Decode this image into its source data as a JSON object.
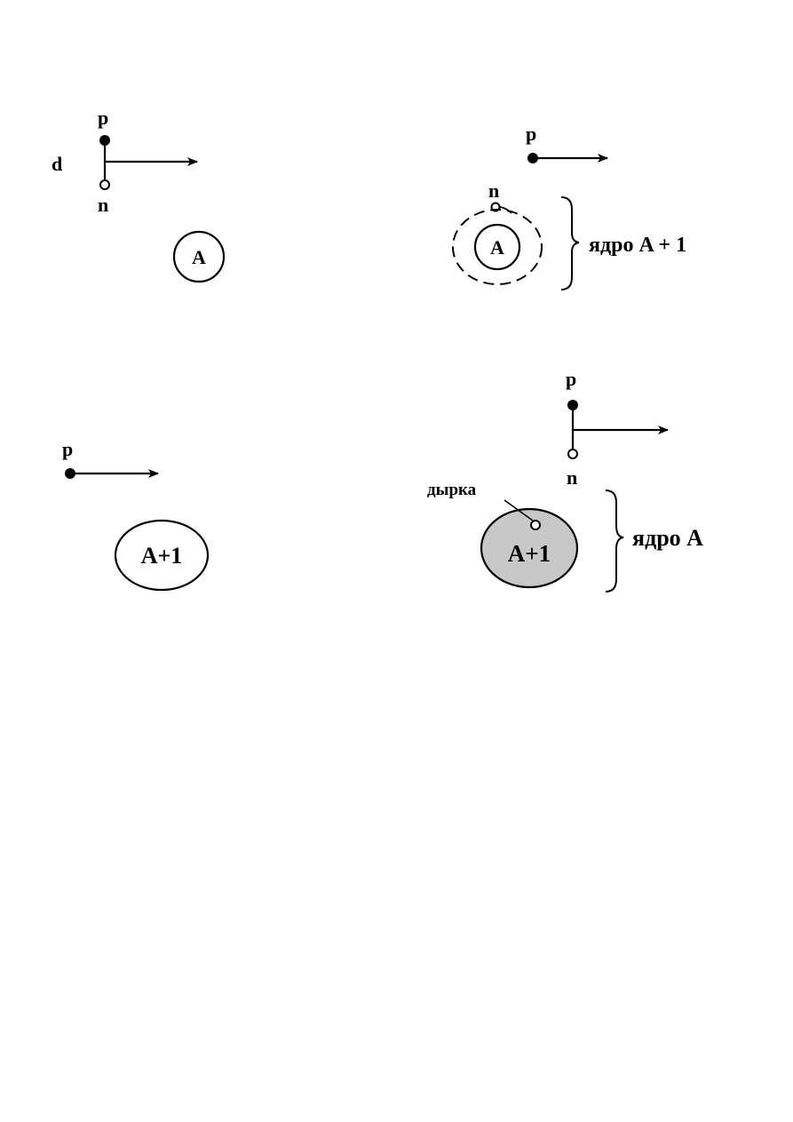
{
  "colors": {
    "background": "#ffffff",
    "ink": "#000000",
    "hole_nucleus_fill": "#c8c8c8"
  },
  "panels": {
    "stripping": {
      "deuteron_label": "d",
      "proton_label": "p",
      "neutron_label": "n",
      "nucleus_label": "A"
    },
    "capture": {
      "proton_label": "p",
      "neutron_label": "n",
      "nucleus_label": "A",
      "result_label": "ядро  A + 1"
    },
    "pickup": {
      "proton_label": "p",
      "nucleus_label": "A+1"
    },
    "pickup_result": {
      "proton_label": "p",
      "neutron_label": "n",
      "hole_label": "дырка",
      "nucleus_label": "A+1",
      "result_label": "ядро   A"
    }
  }
}
